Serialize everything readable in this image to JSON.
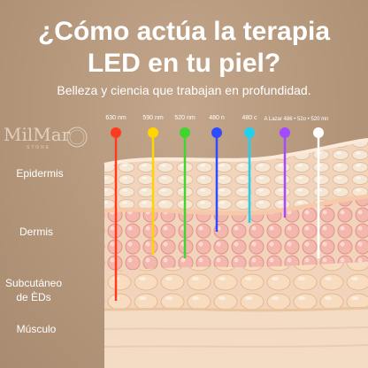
{
  "title_line1": "¿Cómo actúa la terapia",
  "title_line2": "LED en tu piel?",
  "subtitle": "Belleza y ciencia que trabajan en profundidad.",
  "logo": {
    "text": "MilMar",
    "sub": "STORE"
  },
  "wavelengths": [
    {
      "label": "630 nm",
      "color": "#ff3b1f"
    },
    {
      "label": "590 nm",
      "color": "#ffd400"
    },
    {
      "label": "520 nm",
      "color": "#3fd62f"
    },
    {
      "label": "480 n",
      "color": "#2f4bff"
    },
    {
      "label": "480 c",
      "color": "#22d0ee"
    },
    {
      "label": "A Lazar 486 • 52o • 520 mn",
      "color": "#a24bff"
    },
    {
      "label": "",
      "color": "#ffffff"
    }
  ],
  "layers": [
    {
      "label": "Epidermis"
    },
    {
      "label": "Dermis"
    },
    {
      "label": "Subcutáneo de ÈDs"
    },
    {
      "label": "Músculo"
    }
  ]
}
